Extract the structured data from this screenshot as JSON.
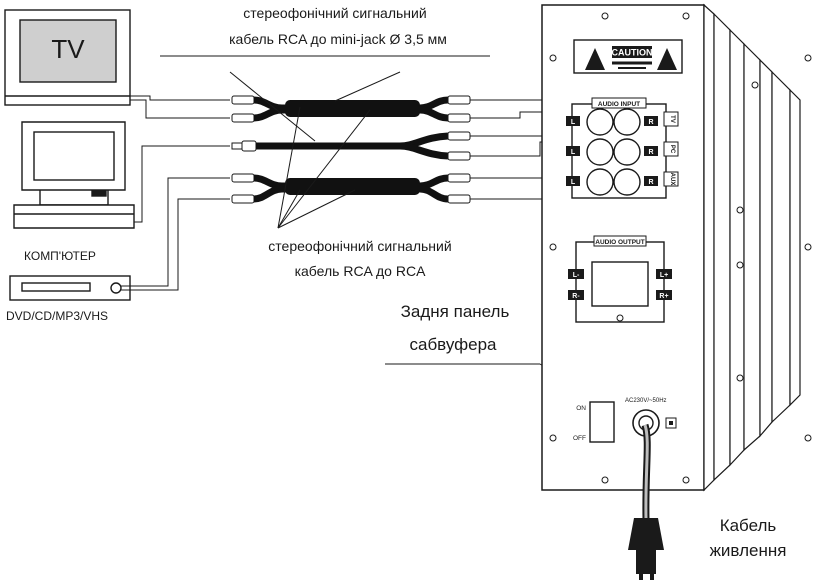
{
  "labels": {
    "tv": "TV",
    "computer": "КОМП'ЮТЕР",
    "dvd": "DVD/CD/MP3/VHS",
    "cable_top_line1": "стереофонічний сигнальний",
    "cable_top_line2": "кабель RCA до mini-jack Ø 3,5 мм",
    "cable_bottom_line1": "стереофонічний сигнальний",
    "cable_bottom_line2": "кабель RCA до RCA",
    "panel_line1": "Задня панель",
    "panel_line2": "сабвуфера",
    "power_line1": "Кабель",
    "power_line2": "живлення"
  },
  "panel": {
    "caution": "CAUTION",
    "audio_input": "AUDIO INPUT",
    "audio_output": "AUDIO OUTPUT",
    "inputs": [
      {
        "left": "L",
        "right": "R",
        "side": "TV"
      },
      {
        "left": "L",
        "right": "R",
        "side": "PC"
      },
      {
        "left": "L",
        "right": "R",
        "side": "AUX"
      }
    ],
    "out_left_top": "L-",
    "out_left_bottom": "R-",
    "out_right_top": "L+",
    "out_right_bottom": "R+",
    "switch_on": "ON",
    "switch_off": "OFF",
    "ac_label": "AC230V/~50Hz"
  },
  "colors": {
    "line": "#1a1a1a",
    "cable": "#111111",
    "panel_fill": "#ffffff",
    "gray_fill": "#cfcfcf"
  }
}
